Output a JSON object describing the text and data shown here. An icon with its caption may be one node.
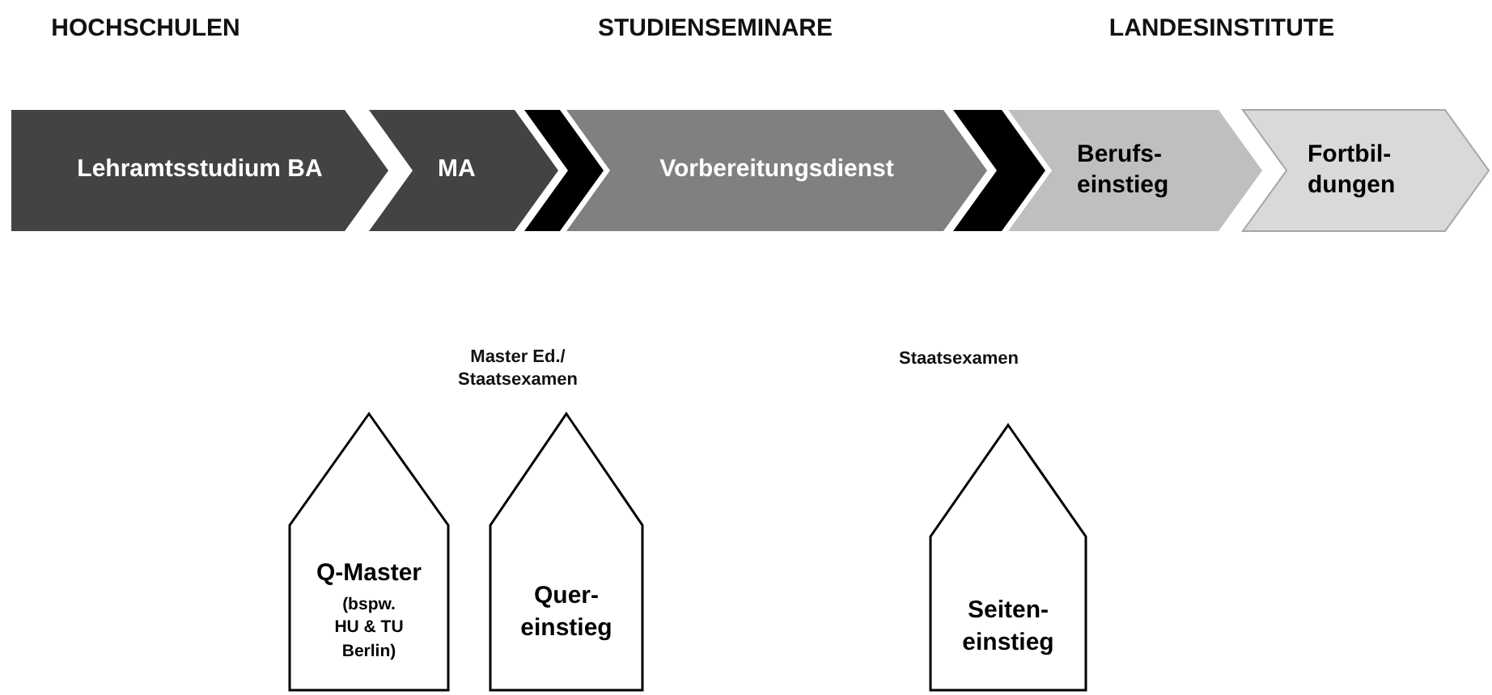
{
  "diagram": {
    "nodes": [
      {
        "text": [
          "Lehramtsstudium BA"
        ]
      },
      {
        "text": [
          "MA"
        ]
      },
      {
        "text": [
          "Vorbereitungsdienst"
        ]
      },
      {
        "text": [
          "Berufs- einstieg"
        ]
      },
      {
        "text": [
          "Fortbil- dungen"
        ]
      },
      {
        "text": [
          "Q-Master",
          "(bspw. HU & TU Berlin)"
        ]
      },
      {
        "text": [
          "Quer- einstieg"
        ]
      },
      {
        "text": [
          "Seiten- einstieg"
        ]
      }
    ],
    "edges": [
      {
        "from": 1,
        "to": 2,
        "arrow": "to",
        "style": "thick",
        "color": "#000000"
      },
      {
        "from": 2,
        "to": 3,
        "arrow": "to",
        "style": "thick",
        "color": "#000000"
      }
    ],
    "labels": [
      "HOCHSCHULEN",
      "STUDIENSEMINARE",
      "LANDESINSTITUTE",
      "Master Ed./ Staatsexamen",
      "Staatsexamen"
    ]
  }
}
